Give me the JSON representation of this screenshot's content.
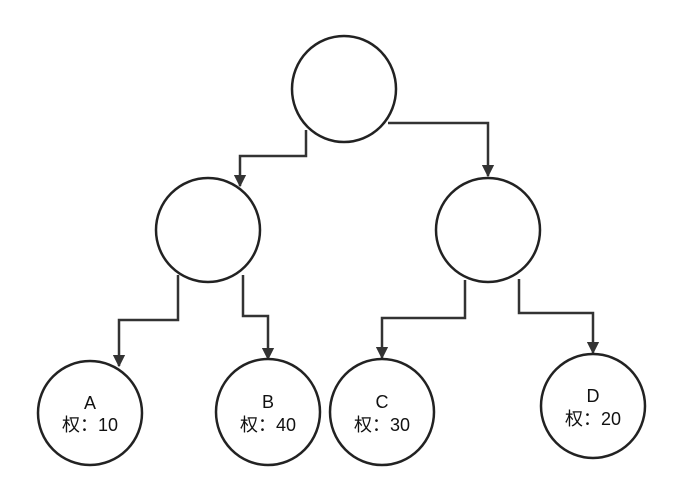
{
  "diagram": {
    "nodes": [
      {
        "id": "root",
        "letter": "",
        "weight_label": ""
      },
      {
        "id": "left-internal",
        "letter": "",
        "weight_label": ""
      },
      {
        "id": "right-internal",
        "letter": "",
        "weight_label": ""
      },
      {
        "id": "leaf-a",
        "letter": "A",
        "weight_label": "权：10"
      },
      {
        "id": "leaf-b",
        "letter": "B",
        "weight_label": "权：40"
      },
      {
        "id": "leaf-c",
        "letter": "C",
        "weight_label": "权：30"
      },
      {
        "id": "leaf-d",
        "letter": "D",
        "weight_label": "权：20"
      }
    ],
    "edges": [
      {
        "from": "root",
        "to": "left-internal"
      },
      {
        "from": "root",
        "to": "right-internal"
      },
      {
        "from": "left-internal",
        "to": "leaf-a"
      },
      {
        "from": "left-internal",
        "to": "leaf-b"
      },
      {
        "from": "right-internal",
        "to": "leaf-c"
      },
      {
        "from": "right-internal",
        "to": "leaf-d"
      }
    ],
    "colors": {
      "stroke": "#222222",
      "fill": "#ffffff",
      "text": "#111111"
    }
  }
}
